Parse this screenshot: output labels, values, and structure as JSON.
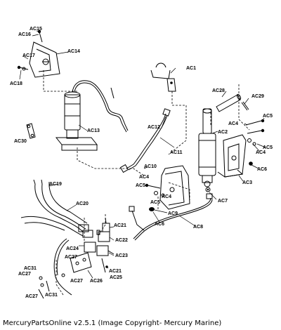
{
  "labels": {
    "ac1": "AC1",
    "ac2": "AC2",
    "ac3": "AC3",
    "ac4a": "AC4",
    "ac4b": "AC4",
    "ac4c": "AC4",
    "ac4d": "AC4",
    "ac5a": "AC5",
    "ac5b": "AC5",
    "ac5c": "AC5",
    "ac5d": "AC5",
    "ac6a": "AC6",
    "ac6b": "AC6",
    "ac7": "AC7",
    "ac8": "AC8",
    "ac9": "AC9",
    "ac10": "AC10",
    "ac11": "AC11",
    "ac12": "AC12",
    "ac13": "AC13",
    "ac14": "AC14",
    "ac15": "AC15",
    "ac16": "AC16",
    "ac17": "AC17",
    "ac18": "AC18",
    "ac19": "AC19",
    "ac20": "AC20",
    "ac21a": "AC21",
    "ac21b": "AC21",
    "ac22": "AC22",
    "ac23": "AC23",
    "ac24": "AC24",
    "ac25": "AC25",
    "ac26": "AC26",
    "ac27a": "AC27",
    "ac27b": "AC27",
    "ac27c": "AC27",
    "ac27d": "AC27",
    "ac28": "AC28",
    "ac29": "AC29",
    "ac30": "AC30",
    "ac31a": "AC31",
    "ac31b": "AC31"
  },
  "footer": "MercuryPartsOnline v2.5.1 (Image Copyright- Mercury Marine)"
}
